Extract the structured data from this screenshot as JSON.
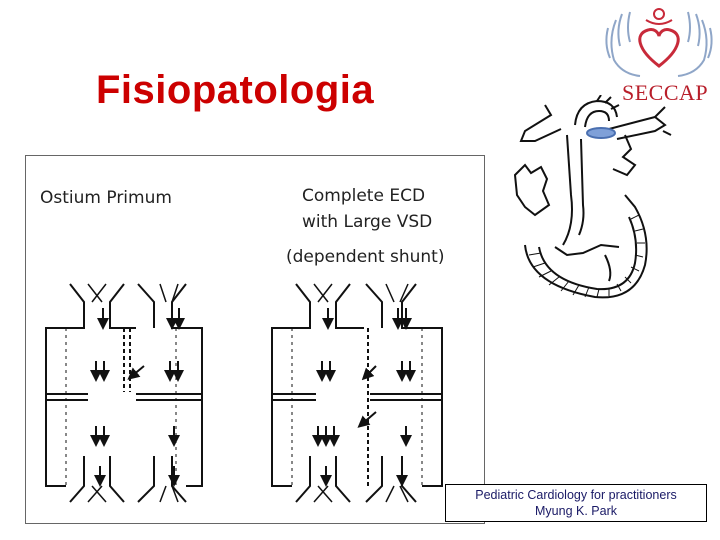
{
  "slide": {
    "title": "Fisiopatologia",
    "logo_text": "SECCAP"
  },
  "diagram": {
    "left_label": "Ostium  Primum",
    "right_label_line1": "Complete  ECD",
    "right_label_line2": "with  Large  VSD",
    "right_label_line3": "(dependent  shunt)"
  },
  "citation": {
    "line1": "Pediatric Cardiology for practitioners",
    "line2": "Myung K. Park"
  }
}
